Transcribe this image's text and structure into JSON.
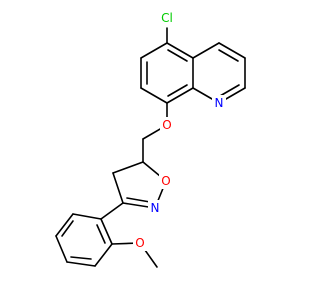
{
  "molecule": {
    "atoms": {
      "cl": {
        "label": "Cl",
        "color": "#00cc00"
      },
      "n_quinoline": {
        "label": "N",
        "color": "#0000ff"
      },
      "o_ether": {
        "label": "O",
        "color": "#ff0000"
      },
      "o_ring": {
        "label": "O",
        "color": "#ff0000"
      },
      "n_ring": {
        "label": "N",
        "color": "#0000ff"
      },
      "o_methoxy": {
        "label": "O",
        "color": "#ff0000"
      }
    },
    "bond_color": "#000000"
  }
}
